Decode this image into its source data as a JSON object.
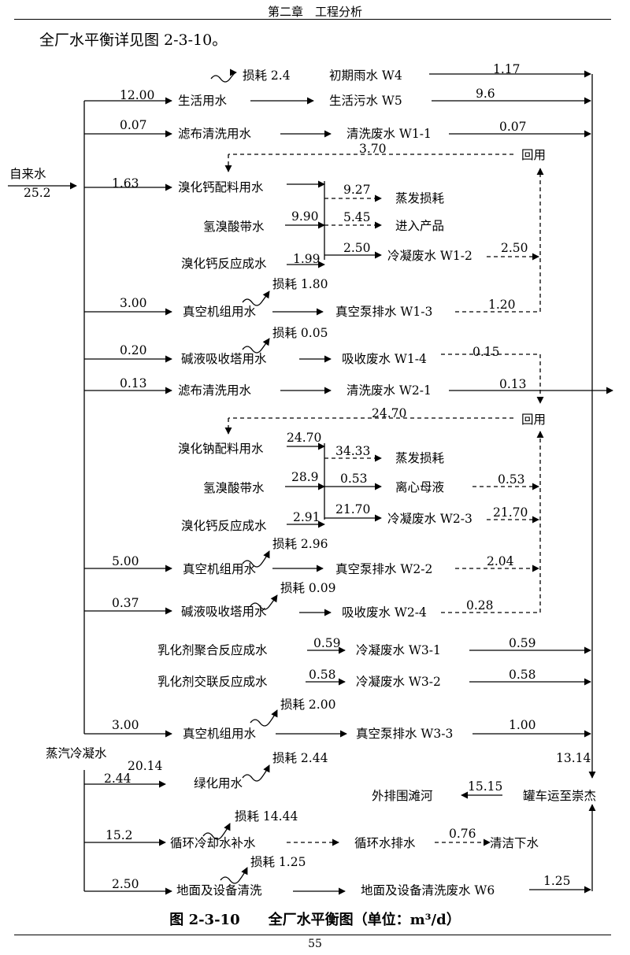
{
  "header": {
    "chapter": "第二章　工程分析"
  },
  "intro_text": "全厂水平衡详见图 2-3-10。",
  "caption": "图 2-3-10　　全厂水平衡图（单位：m³/d）",
  "page_number": "55",
  "diagram": {
    "source": {
      "label": "自来水",
      "total": "25.2"
    },
    "steam": {
      "label": "蒸汽冷凝水",
      "total": "20.14"
    },
    "reuse_label": "回用",
    "transport": {
      "label": "罐车运至崇杰",
      "total": "13.14"
    },
    "river": {
      "label": "外排围滩河",
      "flow": "15.15"
    },
    "clean_discharge": {
      "label": "清洁下水",
      "flow": "0.76"
    },
    "loss_texts": [
      "损耗 2.4",
      "损耗 1.80",
      "损耗 0.05",
      "损耗 2.96",
      "损耗 0.09",
      "损耗 2.00",
      "损耗 2.44",
      "损耗 14.44",
      "损耗 1.25"
    ],
    "section1": {
      "domestic": {
        "in": "12.00",
        "node": "生活用水",
        "out": "生活污水 W5",
        "out_flow": "9.6"
      },
      "rain": {
        "label": "初期雨水 W4",
        "flow": "1.17"
      },
      "cloth_wash": {
        "in": "0.07",
        "node": "滤布清洗用水",
        "out": "清洗废水 W1-1",
        "out_flow": "0.07"
      },
      "reuse_flow": "3.70",
      "mix": {
        "in": "1.63",
        "node": "溴化钙配料用水"
      },
      "hbr": {
        "node": "氢溴酸带水",
        "flow": "9.90"
      },
      "react": {
        "node": "溴化钙反应成水",
        "flow": "1.99"
      },
      "evap": {
        "label": "蒸发损耗",
        "flow": "9.27"
      },
      "product": {
        "label": "进入产品",
        "flow": "5.45"
      },
      "condense": {
        "flow": "2.50",
        "label": "冷凝废水 W1-2",
        "return_flow": "2.50"
      },
      "vacuum": {
        "in": "3.00",
        "node": "真空机组用水",
        "out": "真空泵排水 W1-3",
        "out_flow": "1.20"
      },
      "alkali": {
        "in": "0.20",
        "node": "碱液吸收塔用水",
        "out": "吸收废水 W1-4",
        "out_flow": "0.15"
      }
    },
    "section2": {
      "cloth_wash": {
        "in": "0.13",
        "node": "滤布清洗用水",
        "out": "清洗废水 W2-1",
        "out_flow": "0.13"
      },
      "reuse_flow": "24.70",
      "mix": {
        "in": "24.70",
        "node": "溴化钠配料用水"
      },
      "hbr": {
        "node": "氢溴酸带水",
        "flow": "28.9"
      },
      "react": {
        "node": "溴化钙反应成水",
        "flow": "2.91"
      },
      "evap": {
        "label": "蒸发损耗",
        "flow": "34.33"
      },
      "centrifuge": {
        "label": "离心母液",
        "flow": "0.53",
        "return_flow": "0.53"
      },
      "condense": {
        "flow": "21.70",
        "label": "冷凝废水 W2-3",
        "return_flow": "21.70"
      },
      "vacuum": {
        "in": "5.00",
        "node": "真空机组用水",
        "out": "真空泵排水 W2-2",
        "out_flow": "2.04"
      },
      "alkali": {
        "in": "0.37",
        "node": "碱液吸收塔用水",
        "out": "吸收废水 W2-4",
        "out_flow": "0.28"
      }
    },
    "section3": {
      "emul1": {
        "node": "乳化剂聚合反应成水",
        "flow": "0.59",
        "out": "冷凝废水 W3-1",
        "out_flow": "0.59"
      },
      "emul2": {
        "node": "乳化剂交联反应成水",
        "flow": "0.58",
        "out": "冷凝废水 W3-2",
        "out_flow": "0.58"
      },
      "vacuum": {
        "in": "3.00",
        "node": "真空机组用水",
        "out": "真空泵排水 W3-3",
        "out_flow": "1.00"
      }
    },
    "steam_branch": {
      "green": {
        "in": "2.44",
        "node": "绿化用水"
      },
      "cooling": {
        "in": "15.2",
        "node": "循环冷却水补水",
        "out": "循环水排水"
      },
      "floor": {
        "in": "2.50",
        "node": "地面及设备清洗",
        "out": "地面及设备清洗废水 W6",
        "out_flow": "1.25"
      }
    }
  }
}
